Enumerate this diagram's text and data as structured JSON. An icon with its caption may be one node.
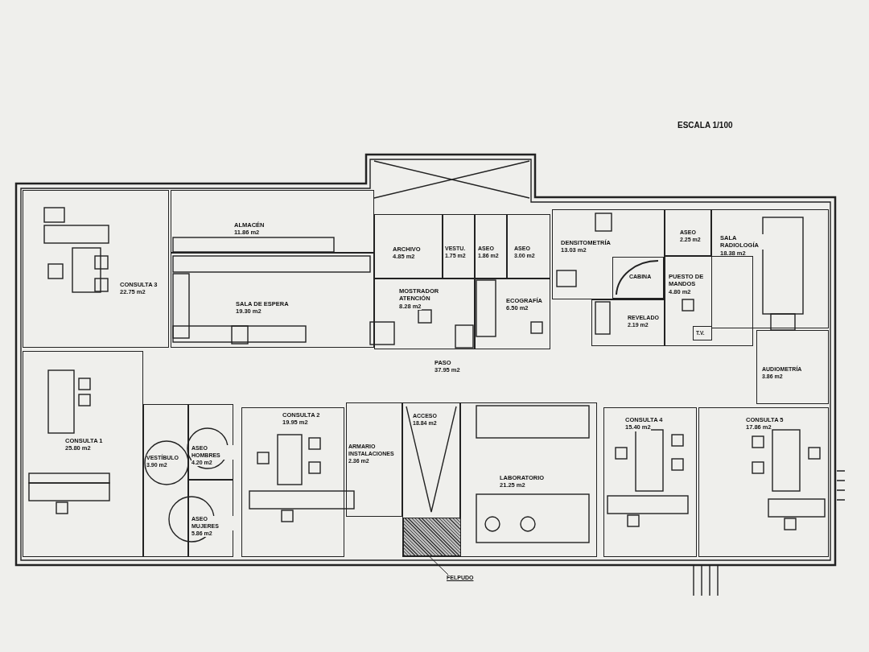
{
  "diagram": {
    "nodes": [
      {
        "text": [
          "CONSULTA 3",
          "22.75 m2"
        ]
      },
      {
        "text": [
          "ALMACÉN",
          "11.86 m2"
        ]
      },
      {
        "text": [
          "SALA DE ESPERA",
          "19.30 m2"
        ]
      },
      {
        "text": [
          "ARCHIVO",
          "4.85 m2"
        ]
      },
      {
        "text": [
          "VESTU.",
          "1.75 m2"
        ]
      },
      {
        "text": [
          "ASEO",
          "1.86 m2"
        ]
      },
      {
        "text": [
          "ASEO",
          "3.00 m2"
        ]
      },
      {
        "text": [
          "MOSTRADOR ATENCIÓN",
          "8.28 m2"
        ]
      },
      {
        "text": [
          "ECOGRAFÍA",
          "6.50 m2"
        ]
      },
      {
        "text": [
          "DENSITOMETRÍA",
          "13.03 m2"
        ]
      },
      {
        "text": [
          "CABINA"
        ],
        "in": 9
      },
      {
        "text": [
          "ASEO",
          "2.25 m2"
        ]
      },
      {
        "text": [
          "SALA RADIOLOGÍA",
          "18.38 m2"
        ]
      },
      {
        "text": [
          "PUESTO DE MANDOS",
          "4.80 m2"
        ]
      },
      {
        "text": [
          "T.V."
        ],
        "in": 13
      },
      {
        "text": [
          "REVELADO",
          "2.19 m2"
        ]
      },
      {
        "text": [
          "PASO",
          "37.95 m2"
        ]
      },
      {
        "text": [
          "AUDIOMETRÍA",
          "3.86 m2"
        ]
      },
      {
        "text": [
          "CONSULTA 1",
          "25.80 m2"
        ]
      },
      {
        "text": [
          "VESTÍBULO",
          "3.90 m2"
        ]
      },
      {
        "text": [
          "ASEO HOMBRES",
          "4.20 m2"
        ]
      },
      {
        "text": [
          "ASEO MUJERES",
          "5.86 m2"
        ]
      },
      {
        "text": [
          "CONSULTA 2",
          "19.95 m2"
        ]
      },
      {
        "text": [
          "ARMARIO INSTALACIONES",
          "2.36 m2"
        ]
      },
      {
        "text": [
          "ACCESO",
          "18.84 m2"
        ]
      },
      {
        "text": [],
        "shape": "box",
        "in": 24
      },
      {
        "text": [
          "LABORATORIO",
          "21.25 m2"
        ]
      },
      {
        "text": [
          "CONSULTA 4",
          "15.40 m2"
        ]
      },
      {
        "text": [
          "CONSULTA 5",
          "17.86 m2"
        ]
      },
      {
        "text": [
          "FELPUDO"
        ]
      }
    ],
    "edges": [
      {
        "from": 29,
        "to": 25,
        "arrow": "none"
      }
    ],
    "labels": [
      "ESCALA 1/100"
    ]
  }
}
